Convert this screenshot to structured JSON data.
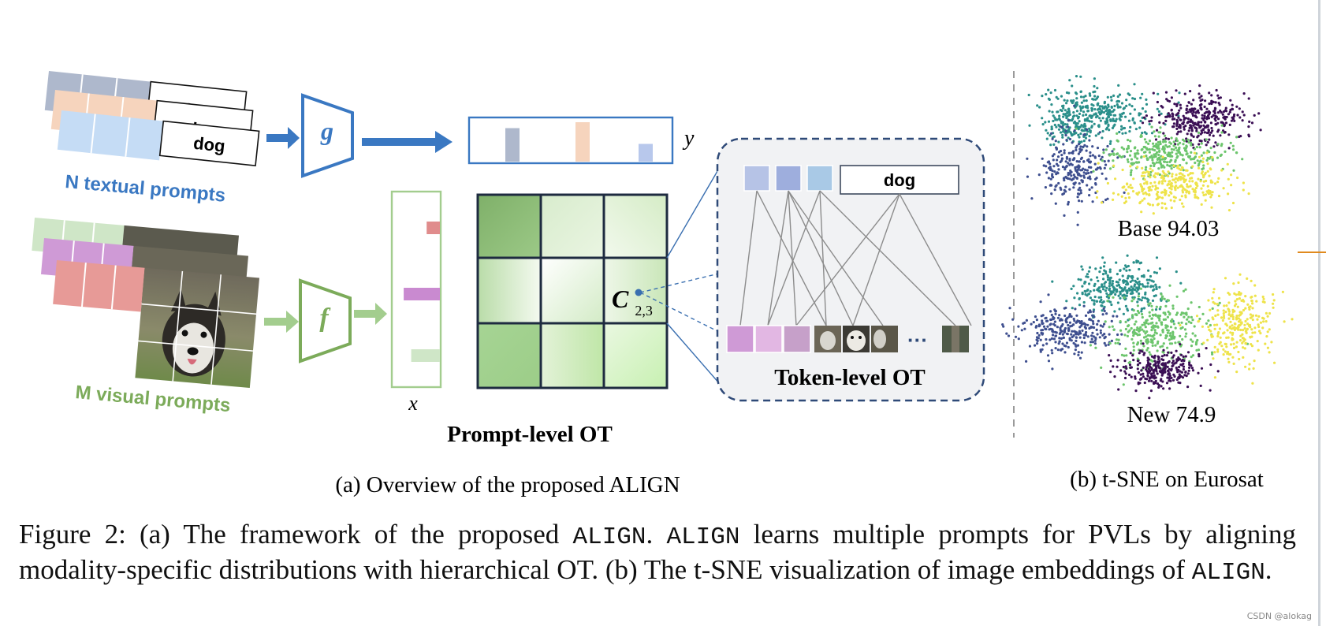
{
  "figure": {
    "text_prompts": {
      "token_word": "dog",
      "label": "N textual prompts",
      "encoder": "g",
      "token_colors": [
        "#aeb8cc",
        "#f6d4bd",
        "#c5dcf5"
      ]
    },
    "visual_prompts": {
      "label": "M visual prompts",
      "encoder": "f",
      "token_colors": [
        "#cfe6c7",
        "#cf9ad6",
        "#e79a97"
      ]
    },
    "y_distribution": {
      "label": "y",
      "bars": [
        {
          "color": "#aeb8cc",
          "value": 0.85
        },
        {
          "color": "#f6d4bd",
          "value": 1.0
        },
        {
          "color": "#b8c8ec",
          "value": 0.45
        }
      ]
    },
    "x_distribution": {
      "label": "x",
      "bars": [
        {
          "color": "#e08c8c",
          "value": 0.3
        },
        {
          "color": "#c98ad0",
          "value": 0.82
        },
        {
          "color": "#cfe6c7",
          "value": 0.65
        }
      ]
    },
    "prompt_level": {
      "label": "Prompt-level OT",
      "cell_label_main": "C",
      "cell_label_sub": "2,3"
    },
    "token_level": {
      "label": "Token-level OT",
      "token_word": "dog",
      "text_token_colors": [
        "#b6c3e6",
        "#9eaedd",
        "#a9c9e6"
      ],
      "visual_token_colors": [
        "#cf9ad6",
        "#e2b7e3",
        "#c6a0c9"
      ],
      "ellipsis": "···"
    },
    "tsne": {
      "base_label": "Base 94.03",
      "new_label": "New 74.9"
    },
    "subcaption_a": "(a) Overview of the proposed ALIGN",
    "subcaption_b": "(b) t-SNE on Eurosat"
  },
  "caption": {
    "figure_label": "Figure 2:",
    "part1": " (a) The framework of the proposed ",
    "align1": "ALIGN",
    "part2": ". ",
    "align2": "ALIGN",
    "part3": " learns multiple prompts for PVLs by aligning modality-specific distributions with hierarchical OT. (b) The t-SNE visualization of image embeddings of ",
    "align3": "ALIGN",
    "part4": "."
  },
  "watermark": "CSDN @alokag"
}
